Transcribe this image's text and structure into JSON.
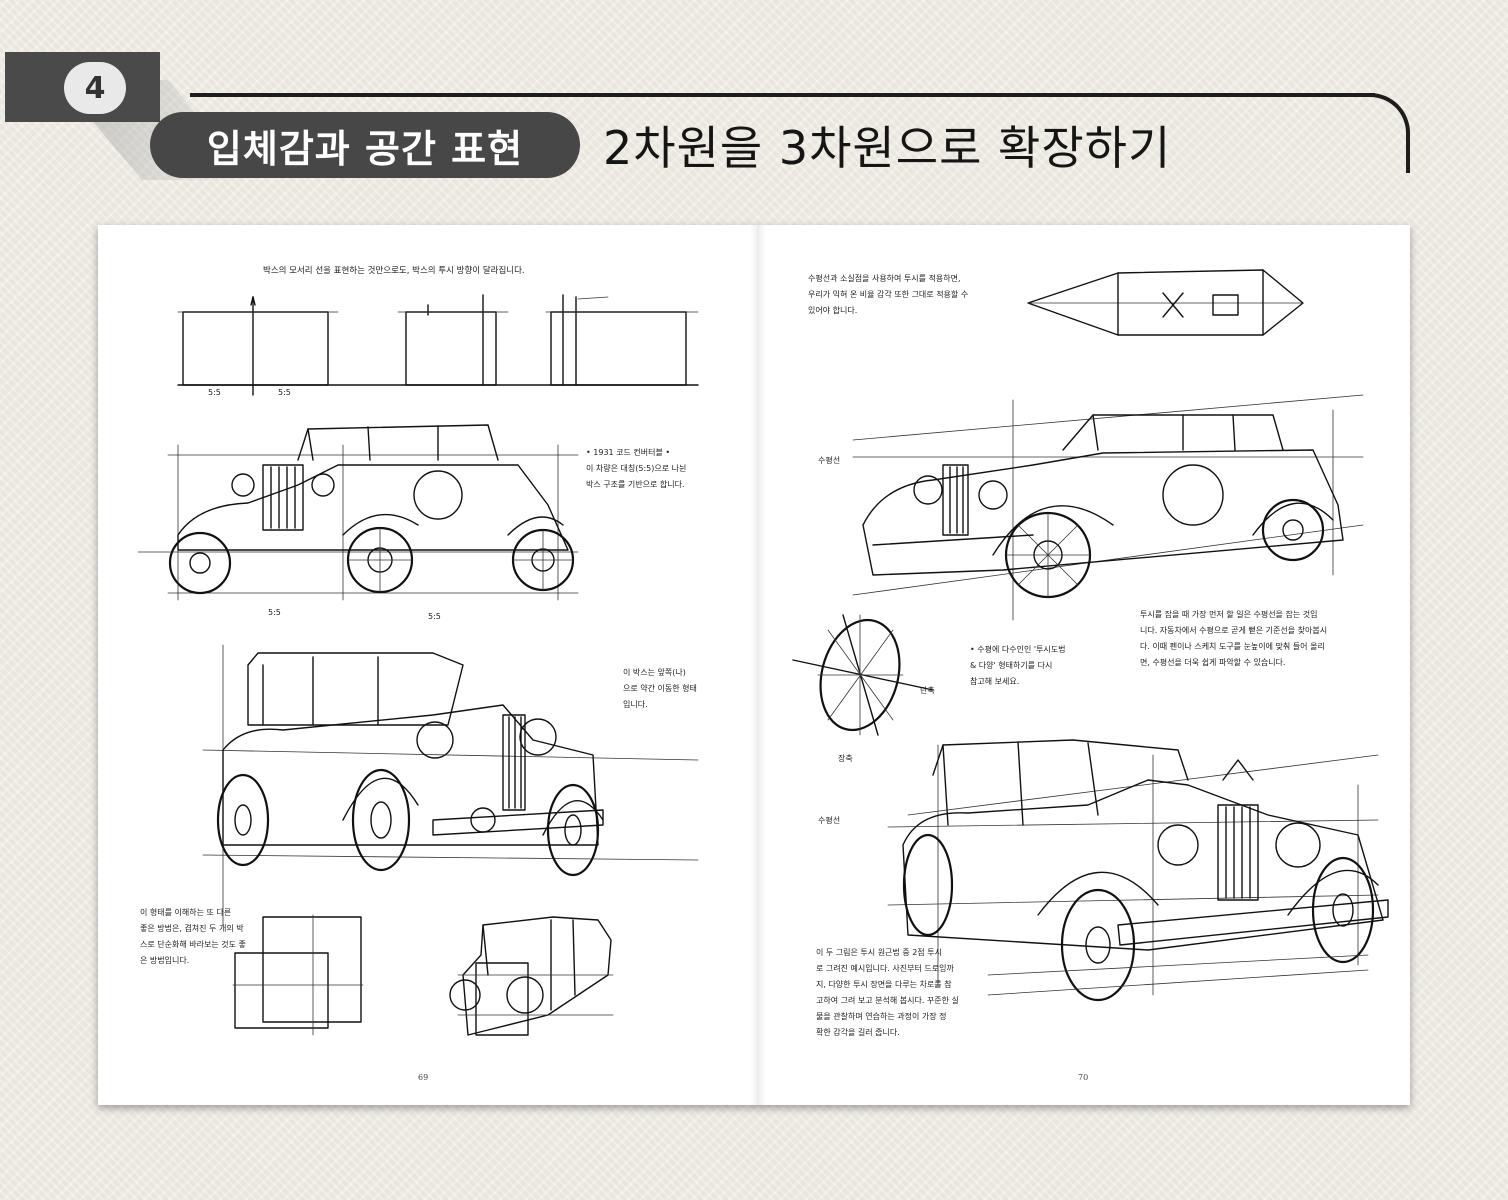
{
  "header": {
    "chapter_number": "4",
    "section_label": "입체감과 공간 표현",
    "title": "2차원을 3차원으로 확장하기"
  },
  "left_page": {
    "intro_text": "박스의 모서리 선을 표현하는 것만으로도, 박스의 투시 방향이 달라집니다.",
    "car1_caption": "• 1931 코드 컨버터블 •\n이 차량은 대칭(5:5)으로 나뉜\n박스 구조를 기반으로 합니다.",
    "car2_caption": "이 박스는 앞쪽(나)\n으로 약간 이동한 형태\n입니다.",
    "bottom_caption": "이 형태를 이해하는 또 다른\n좋은 방법은, 겹쳐진 두 개의 박\n스로 단순화해 바라보는 것도 좋\n은 방법입니다.",
    "labels": [
      "5:5",
      "5:5",
      "5:5",
      "5:5"
    ],
    "page_number": "69"
  },
  "right_page": {
    "intro_text": "수평선과 소실점을 사용하여 투시를 적용하면,\n우리가 익혀 온 비율 감각 또한 그대로 적용할 수\n있어야 합니다.",
    "horizon_label_1": "수평선",
    "horizon_label_2": "수평선",
    "ellipse_caption": "• 수평에 다수인인 '투시도법\n& 다양' 형태하기를 다시\n참고해 보세요.",
    "short_axis_label": "단축",
    "long_axis_label": "장축",
    "perspective_note": "투시를 잡을 때 가장 먼저 할 일은 수평선을 잡는 것입\n니다. 자동차에서 수평으로 곧게 뻗은 기준선을 찾아봅시\n다. 이때 펜이나 스케치 도구를 눈높이에 맞춰 들어 올리\n면, 수평선을 더욱 쉽게 파악할 수 있습니다.",
    "bottom_caption": "이 두 그림은 투시 원근법 중 2점 투시\n로 그려진 예시입니다. 사진부터 드로잉까\n지, 다양한 투시 장면을 다루는 차로를 참\n고하여 그려 보고 분석해 봅시다. 꾸준한 실\n물을 관찰하며 연습하는 과정이 가장 정\n확한 감각을 길러 줍니다.",
    "page_number": "70"
  },
  "colors": {
    "background": "#efece4",
    "pill": "#474747",
    "ribbon": "#4a4a4a",
    "ink": "#111111"
  }
}
